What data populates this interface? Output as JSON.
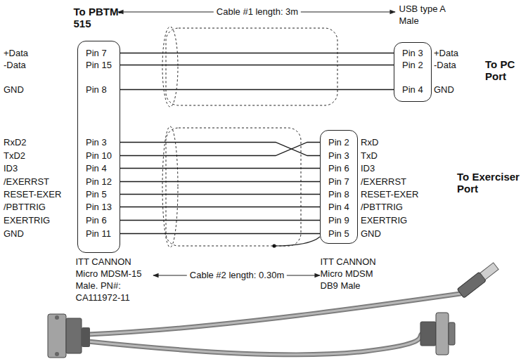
{
  "diagram": {
    "nodes": [
      {
        "text": [
          "To PBTM-515",
          "Pin 7",
          "Pin 15",
          "Pin 8",
          "Pin 3",
          "Pin 10",
          "Pin 4",
          "Pin 12",
          "Pin 5",
          "Pin 13",
          "Pin 6",
          "Pin 11",
          "ITT CANNON Micro MDSM-15 Male. PN#: CA111972-11"
        ]
      },
      {
        "text": [
          "USB type A Male",
          "Pin 3",
          "Pin 2",
          "Pin 4"
        ]
      },
      {
        "text": [
          "Pin 2",
          "Pin 3",
          "Pin 6",
          "Pin 7",
          "Pin 8",
          "Pin 4",
          "Pin 9",
          "Pin 5",
          "ITT CANNON Micro MDSM DB9 Male"
        ]
      }
    ],
    "edges": [
      {
        "from": 0,
        "to": 1,
        "arrow": "none"
      },
      {
        "from": 0,
        "to": 1,
        "arrow": "none"
      },
      {
        "from": 0,
        "to": 1,
        "arrow": "none"
      },
      {
        "from": 0,
        "to": 2,
        "arrow": "none"
      },
      {
        "from": 0,
        "to": 2,
        "arrow": "none"
      },
      {
        "from": 0,
        "to": 2,
        "arrow": "none"
      },
      {
        "from": 0,
        "to": 2,
        "arrow": "none"
      },
      {
        "from": 0,
        "to": 2,
        "arrow": "none"
      },
      {
        "from": 0,
        "to": 2,
        "arrow": "none"
      },
      {
        "from": 0,
        "to": 2,
        "arrow": "none"
      },
      {
        "from": 0,
        "to": 2,
        "arrow": "none"
      }
    ],
    "labels": [
      "+Data",
      "-Data",
      "GND",
      "RxD2",
      "TxD2",
      "ID3",
      "/EXERRST",
      "RESET-EXER",
      "/PBTTRIG",
      "EXERTRIG",
      "GND",
      "Cable #1 length: 3m",
      "+Data",
      "-Data",
      "GND",
      "To PC Port",
      "RxD",
      "TxD",
      "ID3",
      "/EXERRST",
      "RESET-EXER",
      "/PBTTRIG",
      "EXERTRIG",
      "GND",
      "To Exerciser Port",
      "Cable #2 length: 0.30m"
    ]
  }
}
